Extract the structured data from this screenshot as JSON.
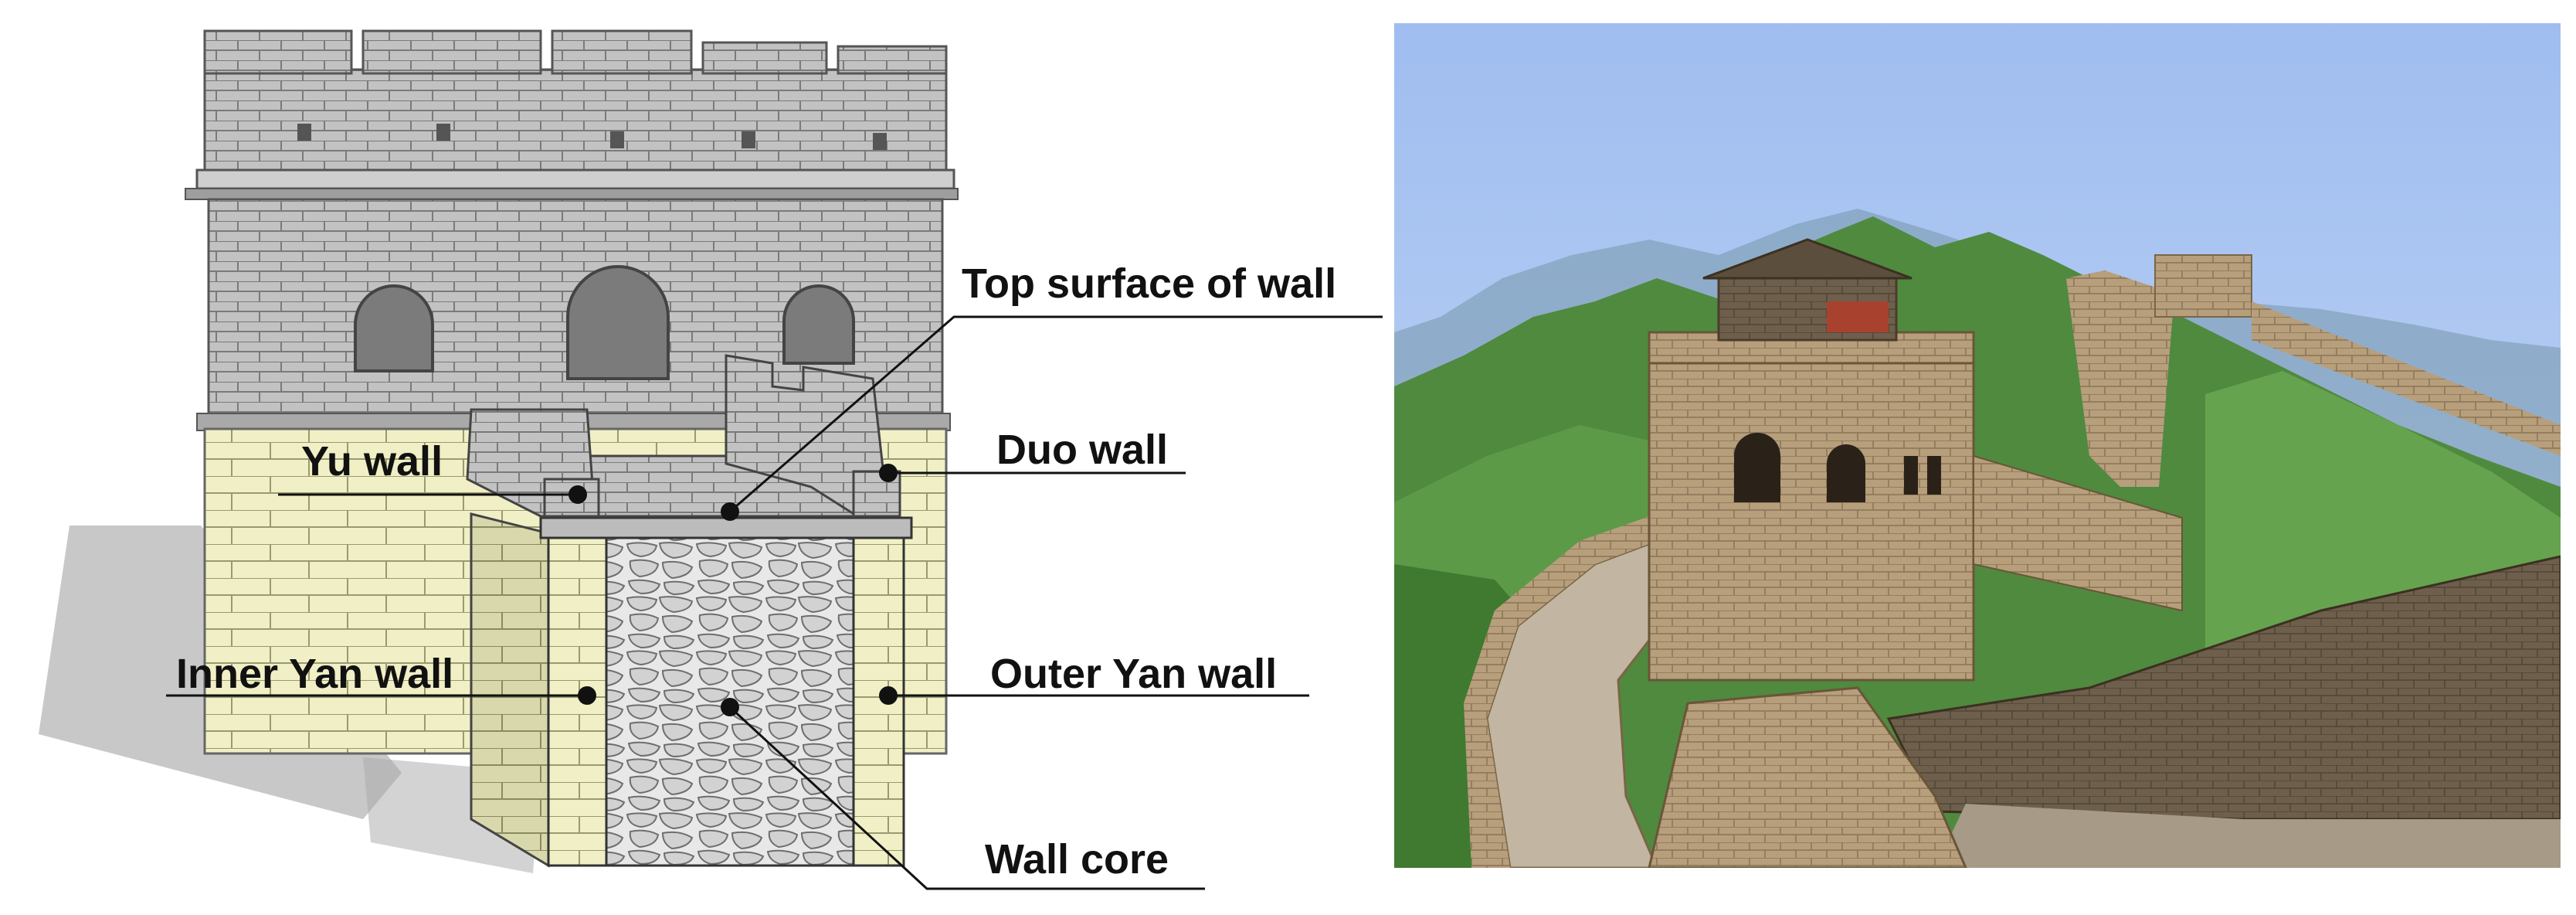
{
  "labels": {
    "top_surface": "Top surface of wall",
    "duo_wall": "Duo wall",
    "yu_wall": "Yu wall",
    "inner_yan_wall": "Inner Yan wall",
    "outer_yan_wall": "Outer Yan wall",
    "wall_core": "Wall core"
  },
  "colors": {
    "brick_gray": "#bdbdbd",
    "base_cream": "#f0efc8",
    "sky": "#a7c3ee",
    "hills": "#5f9a4a",
    "stone": "#b79f7c"
  }
}
